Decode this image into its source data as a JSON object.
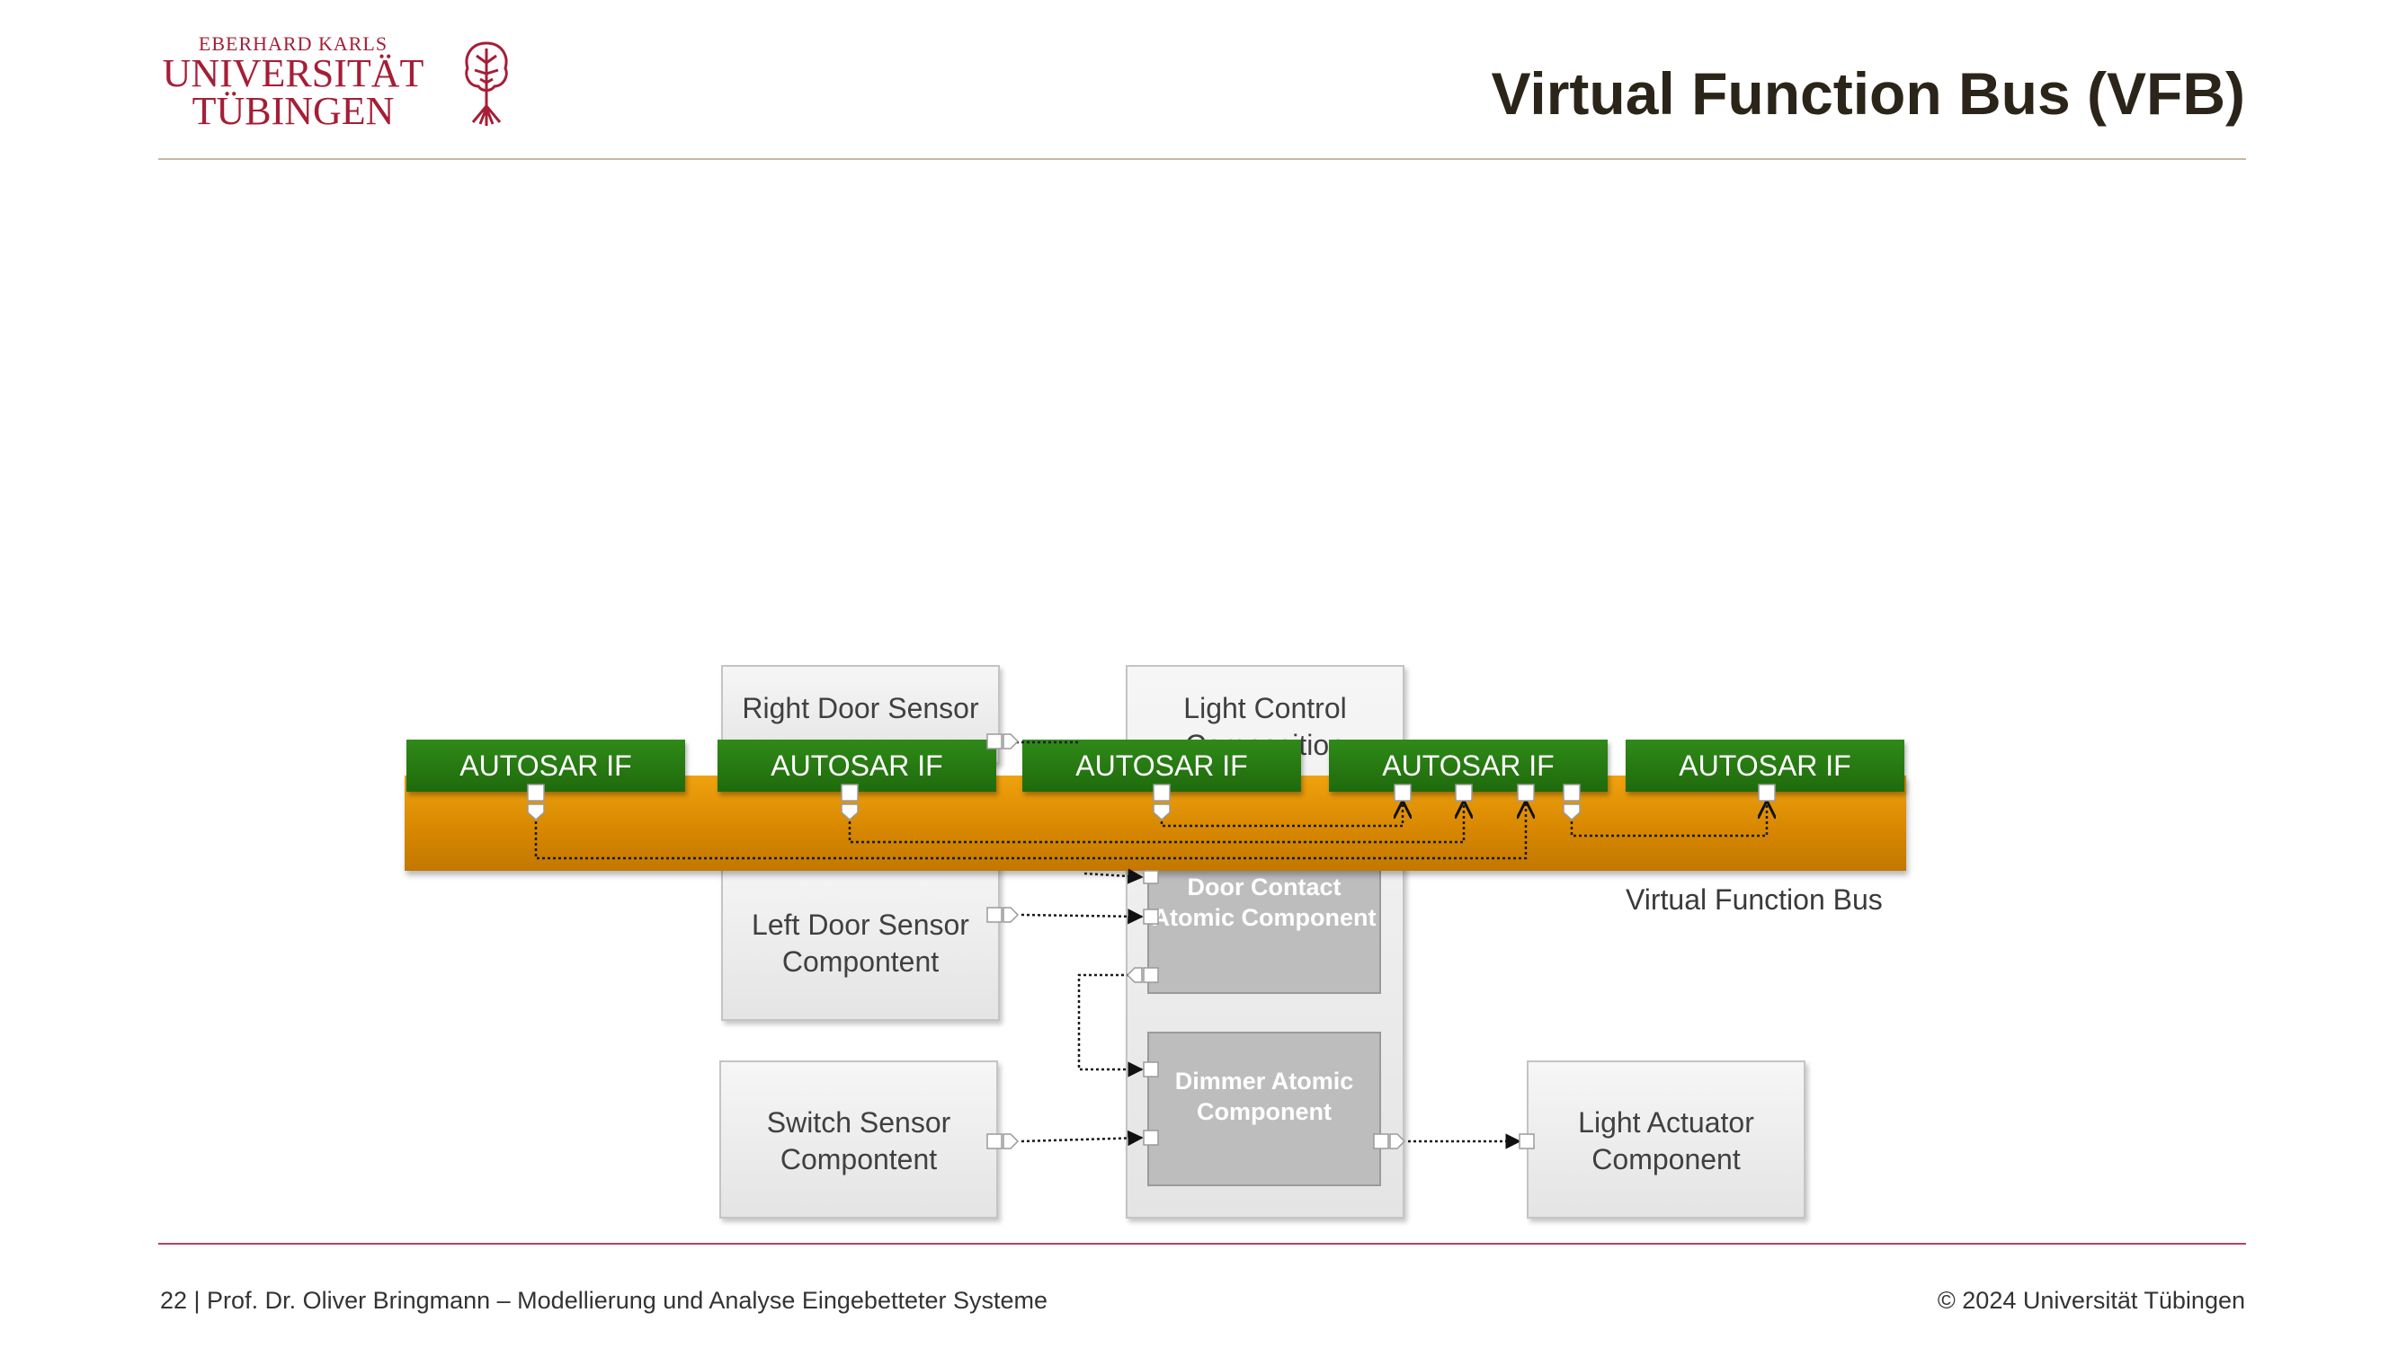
{
  "header": {
    "logo": {
      "line_small": "EBERHARD KARLS",
      "line1": "UNIVERSITÄT",
      "line2": "TÜBINGEN"
    },
    "title": "Virtual Function Bus (VFB)"
  },
  "diagram": {
    "components": {
      "right_door": "Right Door Sensor",
      "light_control": "Light Control Composition",
      "left_door": "Left Door Sensor Compontent",
      "switch_sensor": "Switch Sensor Compontent",
      "light_actuator": "Light Actuator Component"
    },
    "atomic": {
      "door_contact": "Door Contact Atomic Component",
      "dimmer": "Dimmer Atomic Component"
    },
    "autosar_if": [
      "AUTOSAR IF",
      "AUTOSAR IF",
      "AUTOSAR IF",
      "AUTOSAR IF",
      "AUTOSAR IF"
    ],
    "vfb_label": "Virtual Function Bus",
    "colors": {
      "bus": "#d68600",
      "autosar_if": "#2a7d14",
      "brand": "#a51e36"
    }
  },
  "footer": {
    "left": "22 | Prof. Dr. Oliver Bringmann – Modellierung und Analyse Eingebetteter Systeme",
    "right": "© 2024 Universität Tübingen"
  }
}
